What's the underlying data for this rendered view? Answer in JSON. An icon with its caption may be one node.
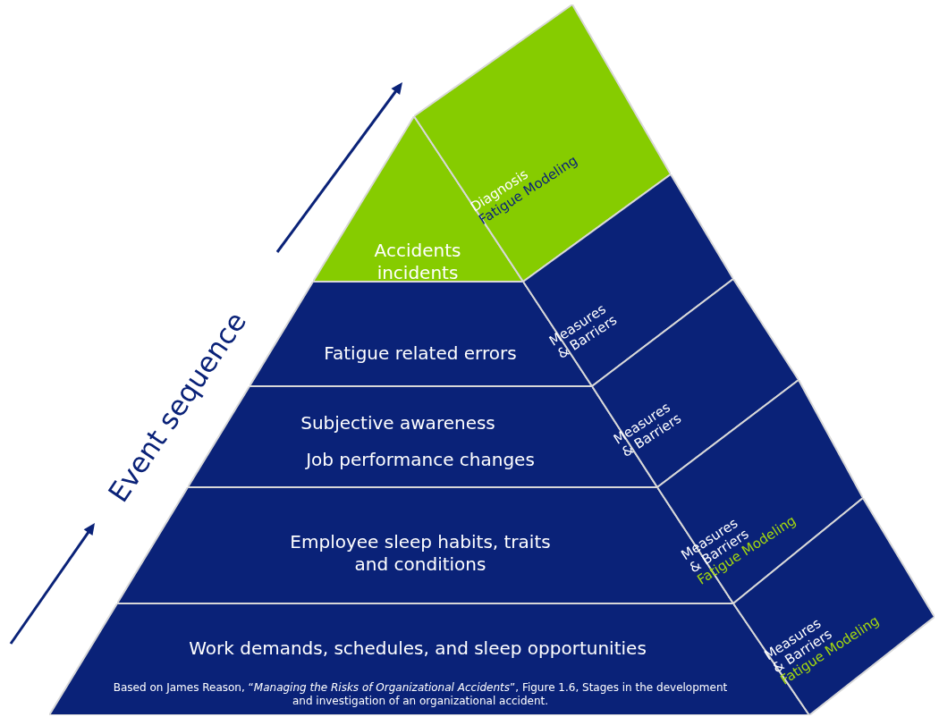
{
  "diagram": {
    "nodes": [
      {
        "text": [
          "Accidents incidents"
        ]
      },
      {
        "text": [
          "Fatigue related errors"
        ]
      },
      {
        "text": [
          "Subjective awareness",
          "Job performance changes"
        ]
      },
      {
        "text": [
          "Employee sleep habits, traits and conditions"
        ]
      },
      {
        "text": [
          "Work demands, schedules, and sleep opportunities",
          "Based on James Reason, “*Managing the Risks of Organizational Accidents*”, Figure 1.6, Stages in the development and investigation of an organizational accident."
        ]
      },
      {
        "text": [
          "Diagnosis",
          "Fatigue Modeling"
        ]
      },
      {
        "text": [
          "Measures & Barriers"
        ]
      },
      {
        "text": [
          "Measures & Barriers"
        ]
      },
      {
        "text": [
          "Measures & Barriers",
          "Fatigue Modeling"
        ]
      },
      {
        "text": [
          "Measures & Barriers",
          "Fatigue Modeling"
        ]
      }
    ],
    "edges": [],
    "labels": [
      "Event sequence"
    ]
  }
}
